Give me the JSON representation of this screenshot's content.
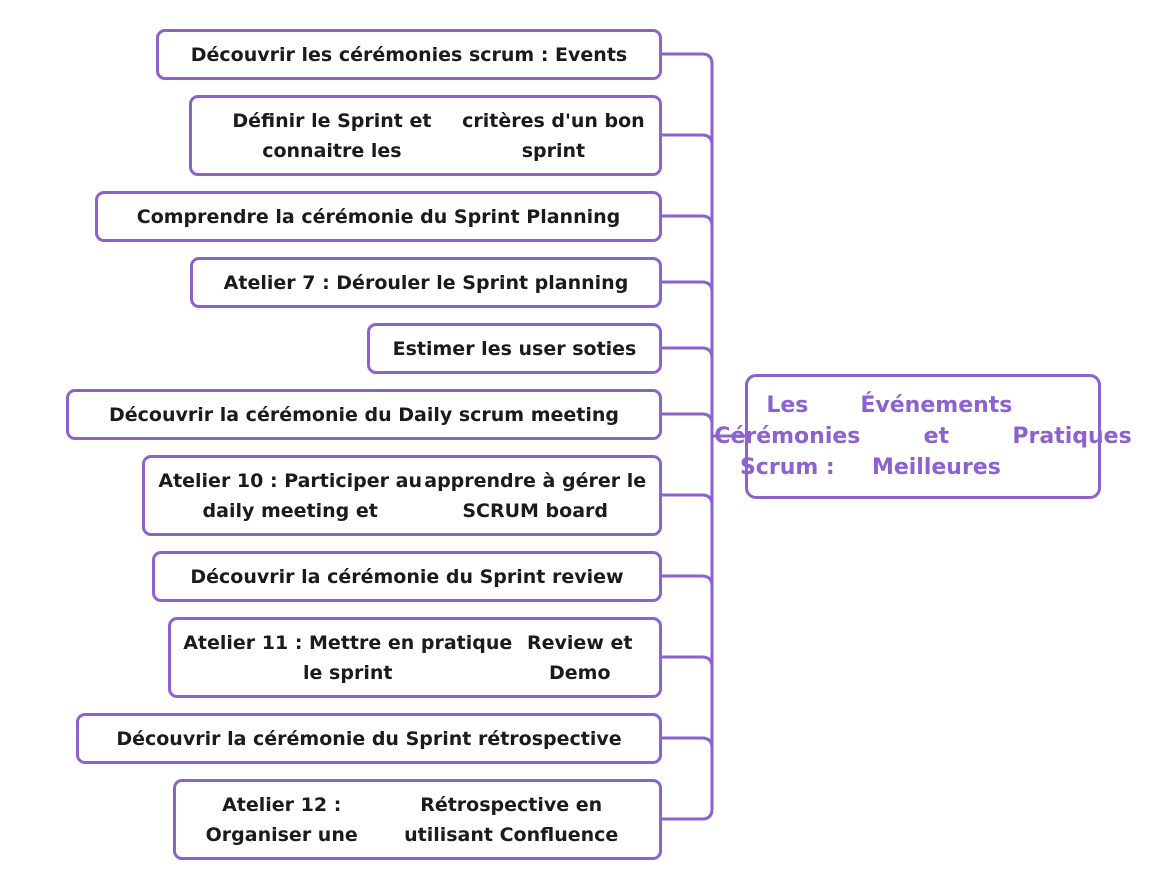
{
  "colors": {
    "accent": "#8c62cf",
    "text": "#1b1b1b",
    "background": "#ffffff"
  },
  "center": {
    "lines": [
      "Les Cérémonies Scrum :",
      "Événements et Meilleures",
      "Pratiques"
    ]
  },
  "topics": [
    {
      "lines": [
        "Découvrir les cérémonies scrum : Events"
      ]
    },
    {
      "lines": [
        "Définir le Sprint et connaitre les",
        "critères d'un bon sprint"
      ]
    },
    {
      "lines": [
        "Comprendre la cérémonie du Sprint Planning"
      ]
    },
    {
      "lines": [
        "Atelier 7 : Dérouler le Sprint planning"
      ]
    },
    {
      "lines": [
        "Estimer les user soties"
      ]
    },
    {
      "lines": [
        "Découvrir la cérémonie du Daily scrum meeting"
      ]
    },
    {
      "lines": [
        "Atelier 10 : Participer au daily meeting et",
        "apprendre à gérer le SCRUM board"
      ]
    },
    {
      "lines": [
        "Découvrir la cérémonie du Sprint review"
      ]
    },
    {
      "lines": [
        "Atelier 11 : Mettre en pratique le sprint",
        "Review et Demo"
      ]
    },
    {
      "lines": [
        "Découvrir la cérémonie du Sprint rétrospective"
      ]
    },
    {
      "lines": [
        "Atelier 12 : Organiser une",
        "Rétrospective en utilisant Confluence"
      ]
    }
  ]
}
